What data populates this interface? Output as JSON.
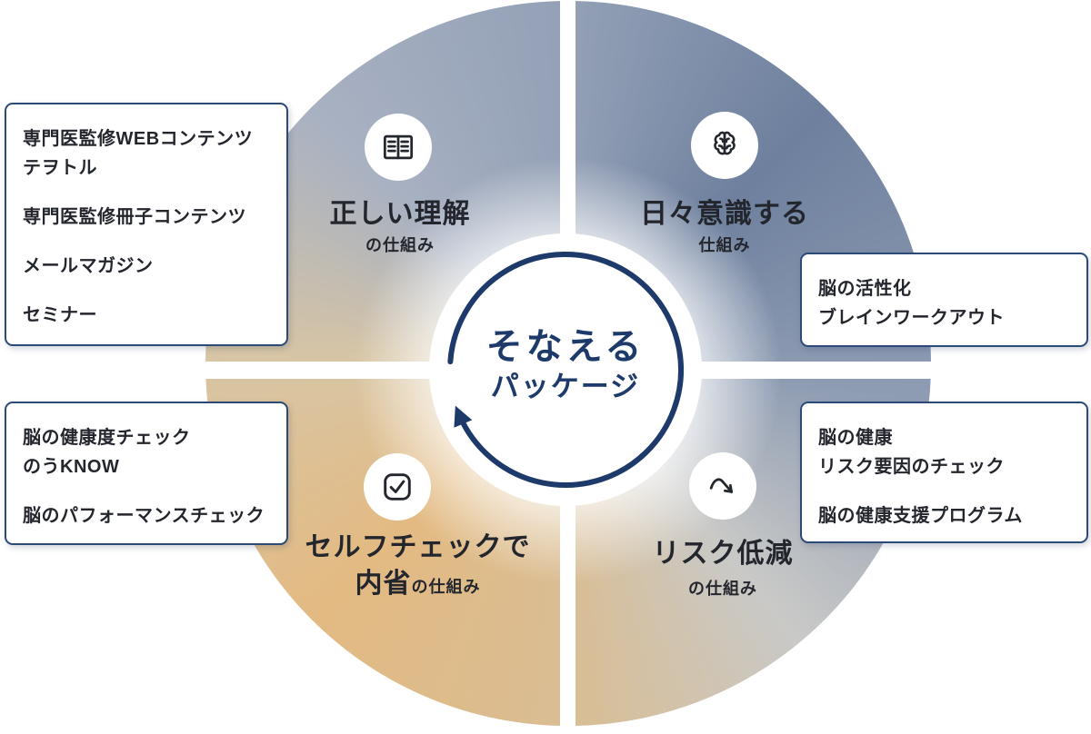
{
  "center": {
    "title_line1": "そなえる",
    "title_line2": "パッケージ"
  },
  "quadrants": {
    "top_left": {
      "icon": "open-book-icon",
      "title": "正しい理解",
      "subtitle": "の仕組み"
    },
    "top_right": {
      "icon": "brain-icon",
      "title": "日々意識する",
      "subtitle": "仕組み"
    },
    "bottom_left": {
      "icon": "checkbox-icon",
      "title_line1": "セルフチェックで",
      "title_line2_main": "内省",
      "title_line2_sub": "の仕組み"
    },
    "bottom_right": {
      "icon": "trend-down-arrow-icon",
      "title": "リスク低減",
      "subtitle": "の仕組み"
    }
  },
  "boxes": {
    "top_left": {
      "items": [
        [
          "専門医監修WEBコンテンツ",
          "テヲトル"
        ],
        [
          "専門医監修冊子コンテンツ"
        ],
        [
          "メールマガジン"
        ],
        [
          "セミナー"
        ]
      ]
    },
    "bottom_left": {
      "items": [
        [
          "脳の健康度チェック",
          "のうKNOW"
        ],
        [
          "脳のパフォーマンスチェック"
        ]
      ]
    },
    "top_right": {
      "items": [
        [
          "脳の活性化",
          "ブレインワークアウト"
        ]
      ]
    },
    "bottom_right": {
      "items": [
        [
          "脳の健康",
          "リスク要因のチェック"
        ],
        [
          "脳の健康支援プログラム"
        ]
      ]
    }
  },
  "colors": {
    "accent_navy": "#1d3a6b",
    "text_dark": "#23262d",
    "box_border": "#2b4a78",
    "quadrant_blue_edge": "#6e809e",
    "quadrant_tan_edge": "#e3ba82",
    "background": "#ffffff"
  }
}
